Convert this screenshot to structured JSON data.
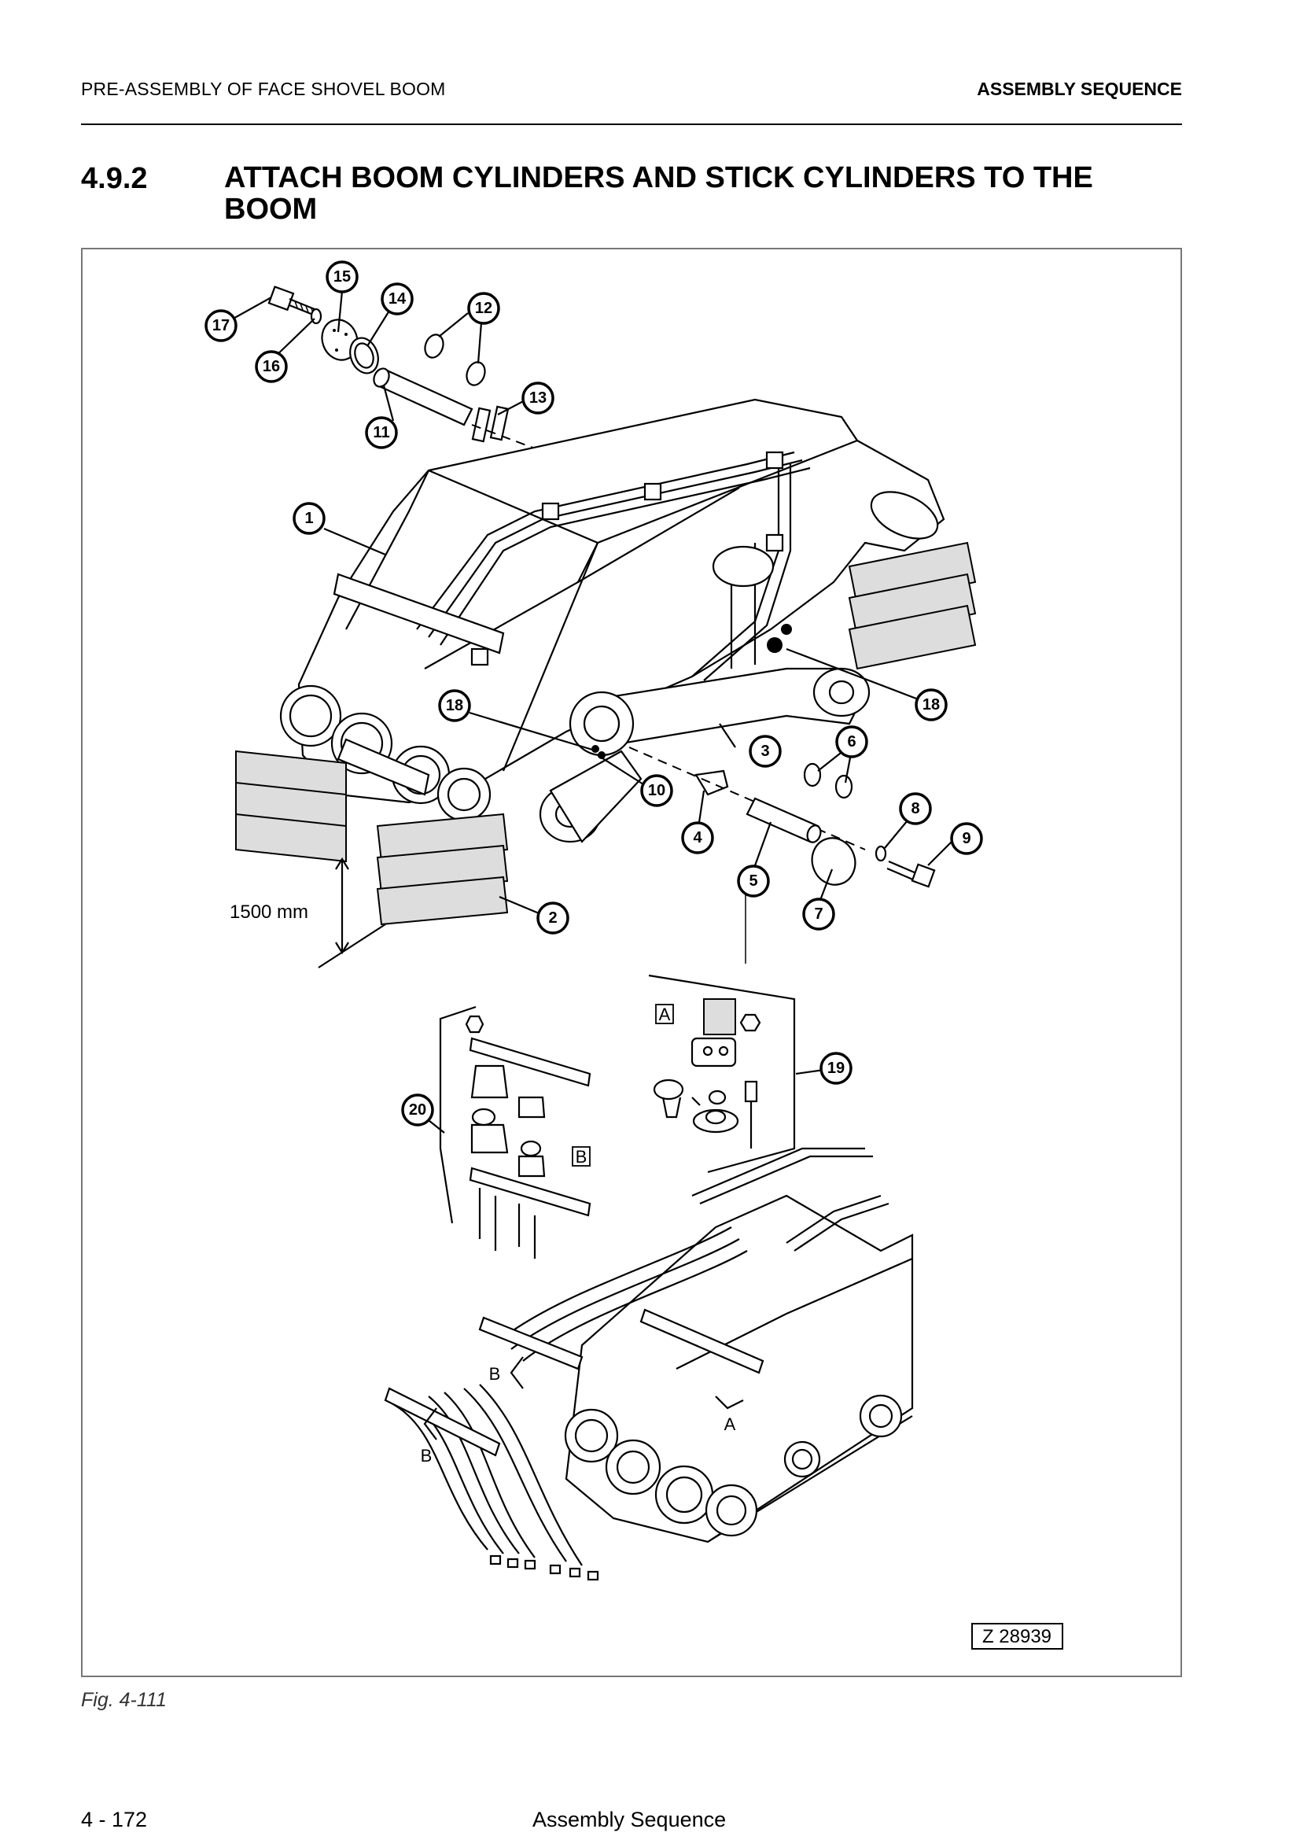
{
  "header": {
    "left": "PRE-ASSEMBLY OF FACE SHOVEL BOOM",
    "right": "ASSEMBLY SEQUENCE"
  },
  "section": {
    "number": "4.9.2",
    "title": "ATTACH BOOM CYLINDERS AND STICK CYLINDERS TO THE BOOM"
  },
  "figure": {
    "callouts": [
      "1",
      "2",
      "3",
      "4",
      "5",
      "6",
      "7",
      "8",
      "9",
      "10",
      "11",
      "12",
      "13",
      "14",
      "15",
      "16",
      "17",
      "18",
      "18",
      "19",
      "20"
    ],
    "dimension_label": "1500 mm",
    "detail_labels": [
      "A",
      "B",
      "B",
      "B",
      "A"
    ],
    "drawing_id": "Z 28939",
    "caption": "Fig. 4-111"
  },
  "footer": {
    "page_number": "4  - 172",
    "title": "Assembly Sequence"
  }
}
